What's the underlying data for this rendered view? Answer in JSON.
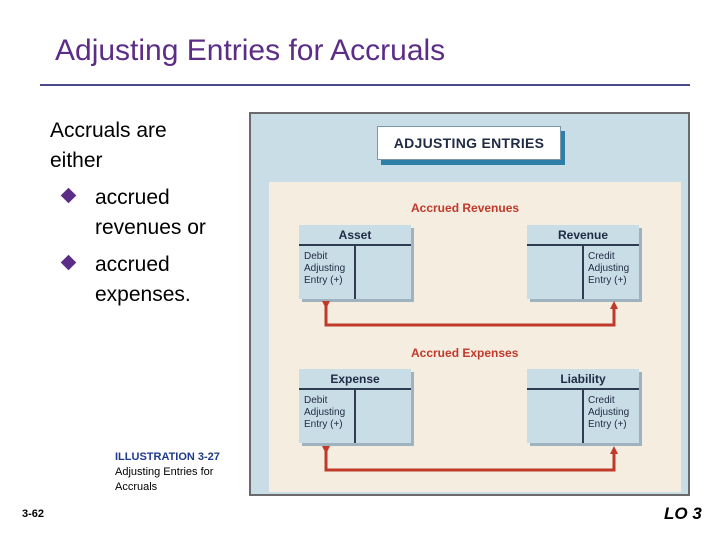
{
  "title": "Adjusting Entries for Accruals",
  "intro": [
    "Accruals are",
    "either"
  ],
  "bullets": [
    {
      "lines": [
        "accrued",
        "revenues or"
      ]
    },
    {
      "lines": [
        "accrued",
        "expenses."
      ]
    }
  ],
  "caption": {
    "label": "ILLUSTRATION 3-27",
    "lines": [
      "Adjusting Entries for",
      "Accruals"
    ]
  },
  "page_number": "3-62",
  "learning_objective": "LO 3",
  "figure": {
    "header": "ADJUSTING ENTRIES",
    "accrued_revenues": {
      "label": "Accrued Revenues",
      "left_account": {
        "title": "Asset",
        "note": [
          "Debit",
          "Adjusting",
          "Entry (+)"
        ]
      },
      "right_account": {
        "title": "Revenue",
        "note": [
          "Credit",
          "Adjusting",
          "Entry (+)"
        ]
      }
    },
    "accrued_expenses": {
      "label": "Accrued Expenses",
      "left_account": {
        "title": "Expense",
        "note": [
          "Debit",
          "Adjusting",
          "Entry (+)"
        ]
      },
      "right_account": {
        "title": "Liability",
        "note": [
          "Credit",
          "Adjusting",
          "Entry (+)"
        ]
      }
    },
    "colors": {
      "title": "#5b2d86",
      "section_label": "#c0392b",
      "arrow": "#c0392b",
      "panel": "#f5eee0",
      "account_fill": "#c9dde6",
      "header_shadow": "#2d7fa8"
    }
  }
}
